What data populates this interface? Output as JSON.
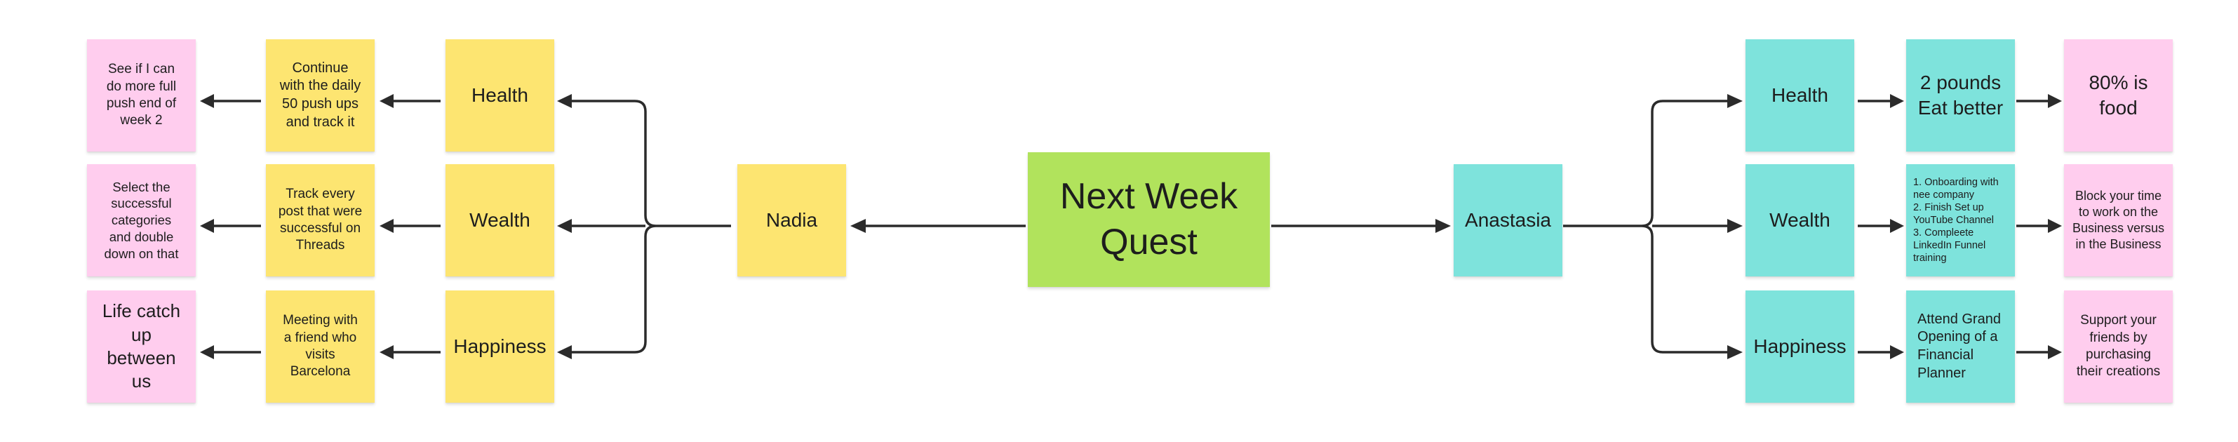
{
  "center": {
    "title": "Next Week\nQuest"
  },
  "nadia": {
    "name": "Nadia",
    "categories": [
      "Health",
      "Wealth",
      "Happiness"
    ],
    "actions": [
      "Continue\nwith the daily\n50 push ups\nand track it",
      "Track every\npost that were\nsuccessful on\nThreads",
      "Meeting with\na friend who\nvisits\nBarcelona"
    ],
    "outcomes": [
      "See if I can\ndo more full\npush end of\nweek 2",
      "Select the\nsuccessful\ncategories\nand double\ndown on that",
      "Life catch\nup\nbetween\nus"
    ]
  },
  "anastasia": {
    "name": "Anastasia",
    "categories": [
      "Health",
      "Wealth",
      "Happiness"
    ],
    "actions": [
      "2 pounds\nEat better",
      "1. Onboarding with\nnee company\n2. Finish Set up\nYouTube Channel\n3. Compleete\nLinkedIn Funnel\ntraining",
      "Attend Grand\nOpening of a\nFinancial\nPlanner"
    ],
    "outcomes": [
      "80% is\nfood",
      "Block your time\nto work on the\nBusiness versus\nin the Business",
      "Support your\nfriends by\npurchasing\ntheir creations"
    ]
  },
  "colors": {
    "yellow": "#fde571",
    "pink": "#ffcdee",
    "teal": "#7ee3dc",
    "green": "#b1e35c",
    "connector": "#2b2b2b"
  }
}
